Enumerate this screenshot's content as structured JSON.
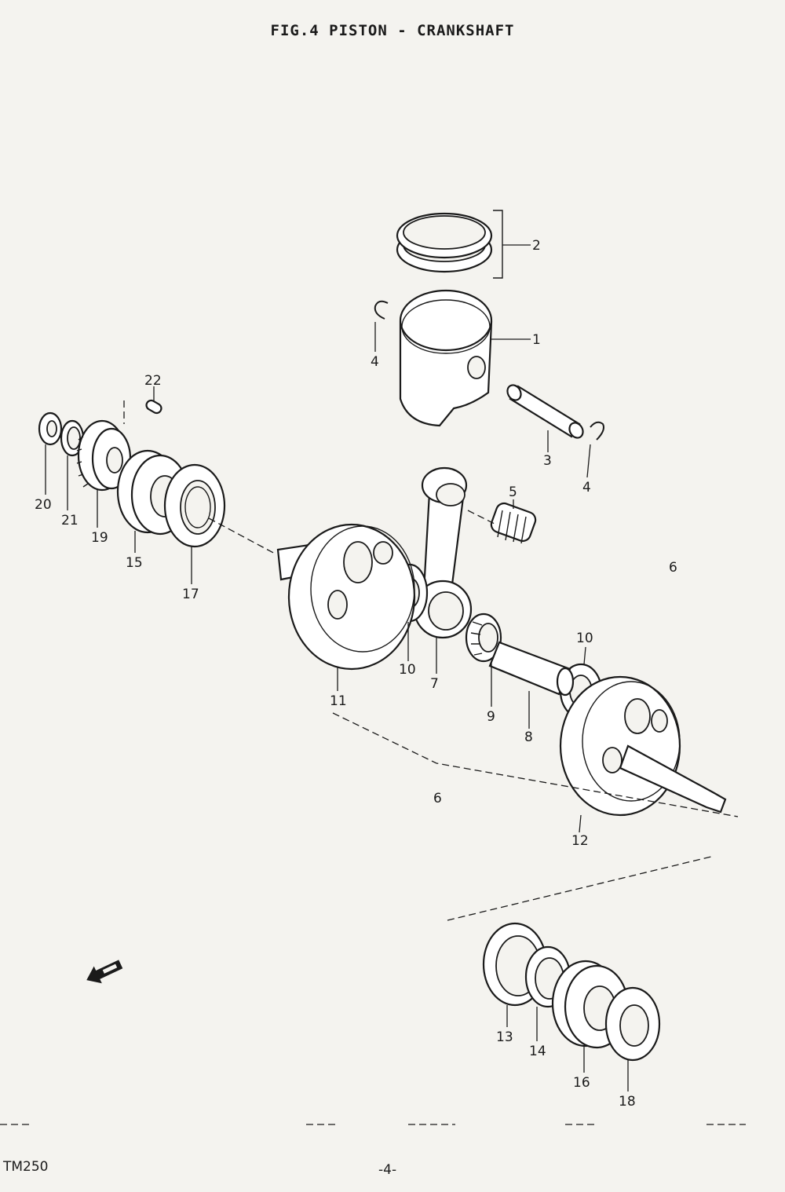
{
  "header": {
    "title": "FIG.4  PISTON - CRANKSHAFT"
  },
  "footer": {
    "model": "TM250",
    "page": "-4-"
  },
  "icons": {
    "front_arrow": "front-direction-arrow-icon"
  },
  "callouts": [
    "1",
    "2",
    "3",
    "4",
    "4",
    "5",
    "6",
    "6",
    "7",
    "8",
    "9",
    "10",
    "10",
    "11",
    "12",
    "13",
    "14",
    "15",
    "16",
    "17",
    "18",
    "19",
    "20",
    "21",
    "22"
  ]
}
